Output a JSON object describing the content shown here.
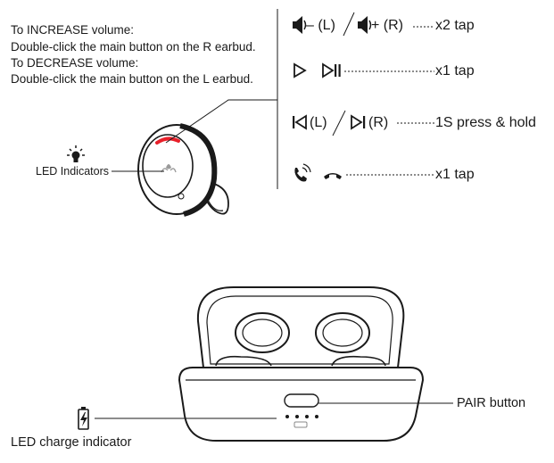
{
  "instructions": {
    "increase_heading": "To INCREASE volume:",
    "increase_body": "Double-click the main button on the R earbud.",
    "decrease_heading": "To DECREASE volume:",
    "decrease_body": "Double-click the main button on the L earbud."
  },
  "controls": [
    {
      "id": "volume",
      "left_label": "– (L)",
      "right_label": "+ (R)",
      "action": "x2 tap",
      "icons": [
        "volume-down-icon",
        "volume-up-icon"
      ]
    },
    {
      "id": "play",
      "action": "x1 tap",
      "icons": [
        "play-icon",
        "play-pause-icon"
      ]
    },
    {
      "id": "track",
      "left_label": "(L)",
      "right_label": "(R)",
      "action": "1S press & hold",
      "icons": [
        "previous-track-icon",
        "next-track-icon"
      ]
    },
    {
      "id": "call",
      "action": "x1 tap",
      "icons": [
        "answer-call-icon",
        "hang-up-icon"
      ]
    }
  ],
  "labels": {
    "led_indicators": "LED Indicators",
    "pair_button": "PAIR button",
    "led_charge_indicator": "LED charge indicator"
  },
  "colors": {
    "led_red": "#e8202a",
    "line": "#1a1a1a"
  }
}
